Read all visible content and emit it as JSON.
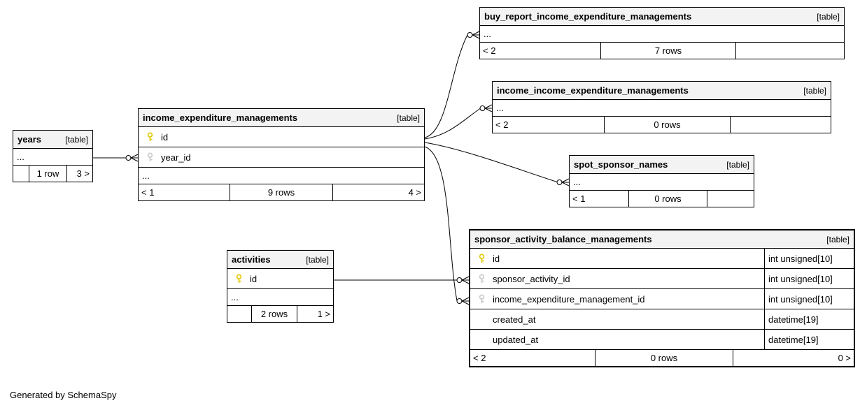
{
  "note": "Generated by SchemaSpy",
  "colors": {
    "primary_key_icon": "#e3c800",
    "foreign_key_icon": "#c9c9c9",
    "table_header_bg": "#f3f3f3",
    "border": "#000000",
    "background": "#ffffff"
  },
  "tables": {
    "years": {
      "title": "years",
      "badge": "[table]",
      "ellipsis": "...",
      "footer": {
        "left": "",
        "rows": "1 row",
        "right": "3 >"
      }
    },
    "income_expenditure_managements": {
      "title": "income_expenditure_managements",
      "badge": "[table]",
      "columns": [
        {
          "icon": "primary-key-icon",
          "name": "id"
        },
        {
          "icon": "foreign-key-icon",
          "name": "year_id"
        }
      ],
      "ellipsis": "...",
      "footer": {
        "left": "< 1",
        "rows": "9 rows",
        "right": "4 >"
      }
    },
    "buy_report_income_expenditure_managements": {
      "title": "buy_report_income_expenditure_managements",
      "badge": "[table]",
      "ellipsis": "...",
      "footer": {
        "left": "< 2",
        "rows": "7 rows",
        "right": ""
      }
    },
    "income_income_expenditure_managements": {
      "title": "income_income_expenditure_managements",
      "badge": "[table]",
      "ellipsis": "...",
      "footer": {
        "left": "< 2",
        "rows": "0 rows",
        "right": ""
      }
    },
    "spot_sponsor_names": {
      "title": "spot_sponsor_names",
      "badge": "[table]",
      "ellipsis": "...",
      "footer": {
        "left": "< 1",
        "rows": "0 rows",
        "right": ""
      }
    },
    "activities": {
      "title": "activities",
      "badge": "[table]",
      "columns": [
        {
          "icon": "primary-key-icon",
          "name": "id"
        }
      ],
      "ellipsis": "...",
      "footer": {
        "left": "",
        "rows": "2 rows",
        "right": "1 >"
      }
    },
    "sponsor_activity_balance_managements": {
      "title": "sponsor_activity_balance_managements",
      "badge": "[table]",
      "columns": [
        {
          "icon": "primary-key-icon",
          "name": "id",
          "type": "int unsigned[10]"
        },
        {
          "icon": "foreign-key-icon",
          "name": "sponsor_activity_id",
          "type": "int unsigned[10]"
        },
        {
          "icon": "foreign-key-icon",
          "name": "income_expenditure_management_id",
          "type": "int unsigned[10]"
        },
        {
          "icon": "",
          "name": "created_at",
          "type": "datetime[19]"
        },
        {
          "icon": "",
          "name": "updated_at",
          "type": "datetime[19]"
        }
      ],
      "footer": {
        "left": "< 2",
        "rows": "0 rows",
        "right": "0 >"
      }
    }
  },
  "relationships": [
    {
      "parent": "years",
      "child": "income_expenditure_managements",
      "child_column": "year_id",
      "cardinality": "zero-or-many"
    },
    {
      "parent": "income_expenditure_managements",
      "child": "buy_report_income_expenditure_managements",
      "cardinality": "zero-or-many"
    },
    {
      "parent": "income_expenditure_managements",
      "child": "income_income_expenditure_managements",
      "cardinality": "zero-or-many"
    },
    {
      "parent": "income_expenditure_managements",
      "child": "spot_sponsor_names",
      "cardinality": "zero-or-many"
    },
    {
      "parent": "income_expenditure_managements",
      "child": "sponsor_activity_balance_managements",
      "child_column": "income_expenditure_management_id",
      "cardinality": "zero-or-many"
    },
    {
      "parent": "activities",
      "child": "sponsor_activity_balance_managements",
      "child_column": "sponsor_activity_id",
      "cardinality": "zero-or-many"
    }
  ]
}
